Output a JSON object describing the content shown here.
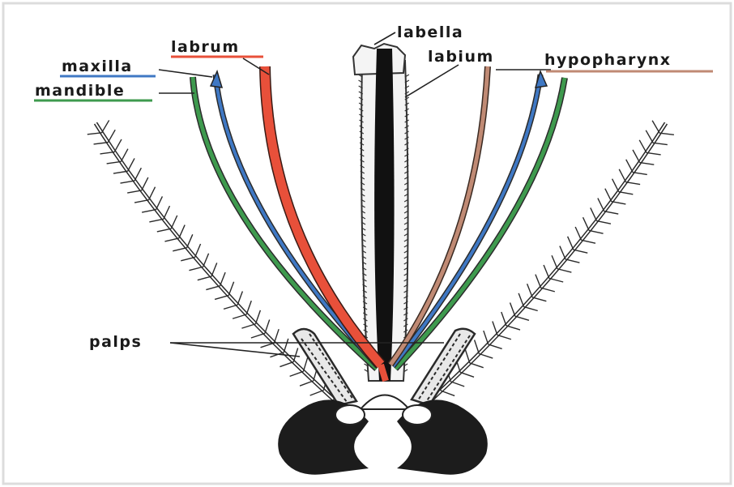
{
  "labels": {
    "labella": "labella",
    "labrum": "labrum",
    "labium": "labium",
    "hypopharynx": "hypopharynx",
    "maxilla": "maxilla",
    "mandible": "mandible",
    "palps": "palps"
  },
  "colors": {
    "labrum": "#e8503a",
    "hypopharynx": "#c08a74",
    "maxilla": "#3f78c4",
    "mandible": "#3e9a4e",
    "labium": "#111111",
    "background": "#ffffff",
    "border": "#d8d8d8"
  }
}
